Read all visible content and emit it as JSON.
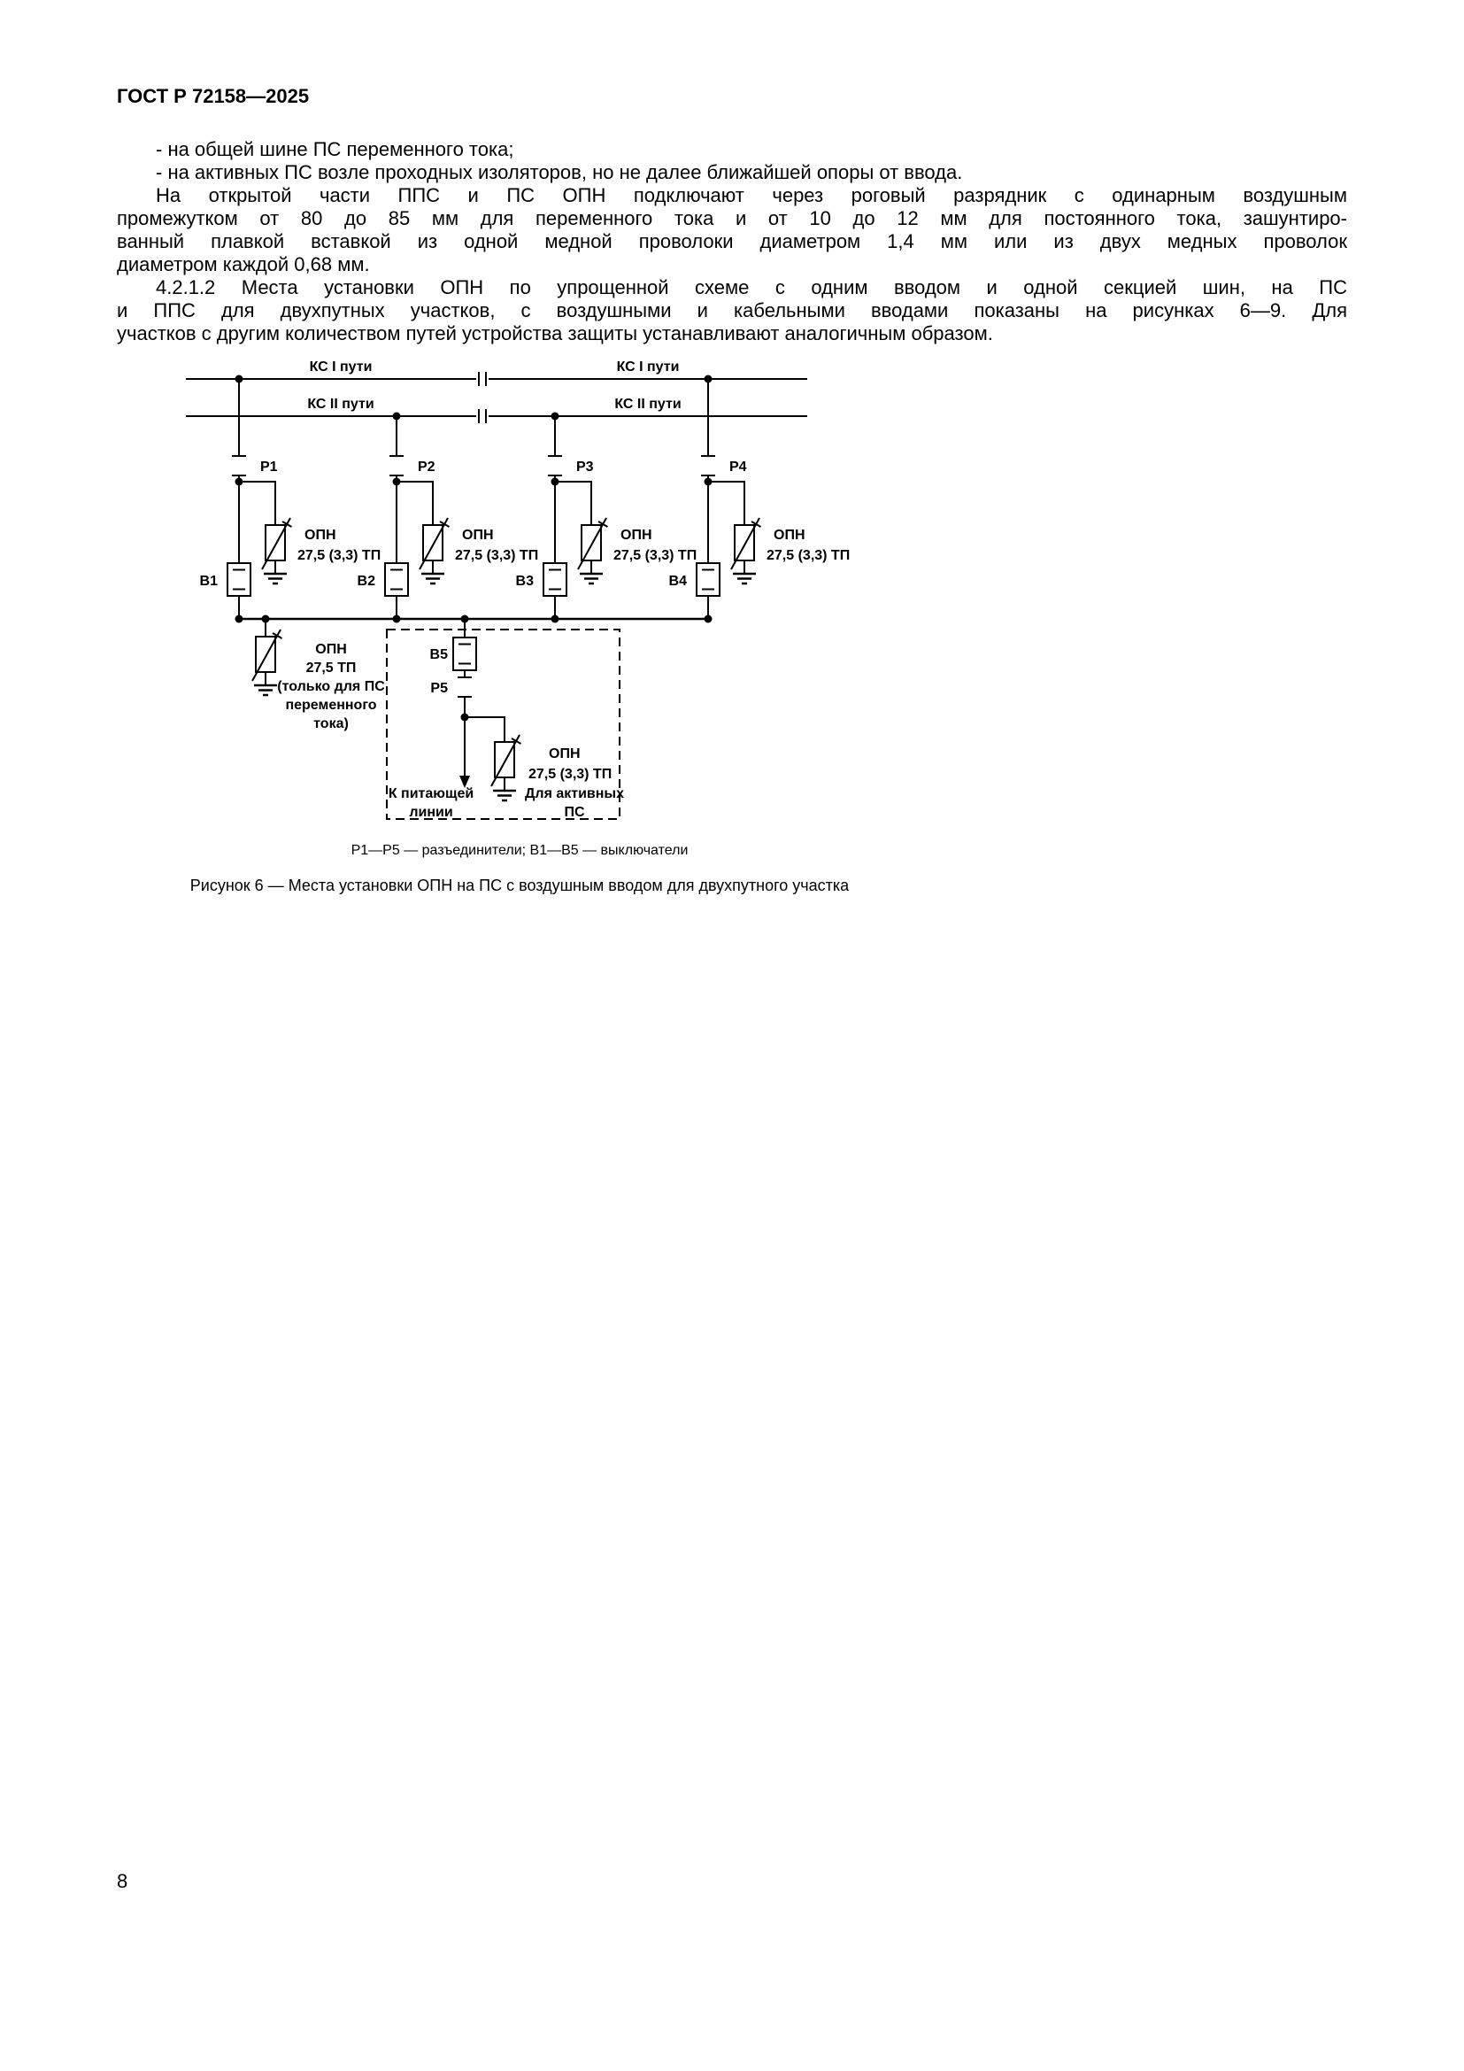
{
  "header": {
    "doc_number": "ГОСТ Р 72158—2025"
  },
  "body": {
    "items": [
      "- на общей шине ПС переменного тока;",
      "- на активных ПС возле проходных изоляторов, но не далее ближайшей опоры от ввода."
    ],
    "para1_lines": [
      "На открытой части ППС и ПС ОПН подключают через роговый разрядник с одинарным воздушным",
      "промежутком от 80 до 85 мм для переменного тока и от 10 до 12 мм для постоянного тока, зашунтиро-",
      "ванный плавкой вставкой из одной медной проволоки диаметром 1,4 мм или из двух медных проволок",
      "диаметром каждой 0,68 мм."
    ],
    "para2_lines": [
      "4.2.1.2 Места установки ОПН по упрощенной схеме с одним вводом и одной секцией шин, на ПС",
      "и ППС для двухпутных участков, с воздушными и кабельными вводами показаны на рисунках 6—9. Для",
      "участков с другим количеством путей устройства защиты устанавливают аналогичным образом."
    ]
  },
  "diagram": {
    "kc1_left": "КС I пути",
    "kc1_right": "КС I пути",
    "kc2_left": "КС II пути",
    "kc2_right": "КС II пути",
    "r1": "Р1",
    "r2": "Р2",
    "r3": "Р3",
    "r4": "Р4",
    "r5": "Р5",
    "b1": "В1",
    "b2": "В2",
    "b3": "В3",
    "b4": "В4",
    "b5": "В5",
    "opn": "ОПН",
    "opn_value": "27,5 (3,3) ТП",
    "left_opn": {
      "l1": "ОПН",
      "l2": "27,5 ТП",
      "l3": "(только для ПС",
      "l4": "переменного",
      "l5": "тока)"
    },
    "feed1": "К питающей",
    "feed2": "линии",
    "active1": "Для активных",
    "active2": "ПС",
    "legend": "Р1—Р5 — разъединители; В1—В5 — выключатели",
    "caption": "Рисунок 6 — Места установки ОПН на ПС с воздушным вводом для двухпутного участка"
  },
  "footer": {
    "page_number": "8"
  }
}
